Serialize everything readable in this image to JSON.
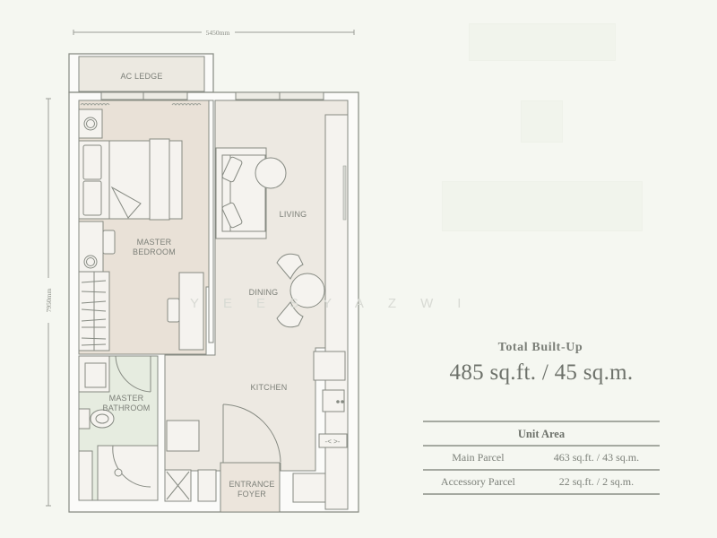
{
  "plan": {
    "dimensions": {
      "width": "5450mm",
      "height": "7950mm"
    },
    "rooms": {
      "ac_ledge": "AC LEDGE",
      "master_bedroom_1": "MASTER",
      "master_bedroom_2": "BEDROOM",
      "living": "LIVING",
      "dining": "DINING",
      "kitchen": "KITCHEN",
      "master_bathroom_1": "MASTER",
      "master_bathroom_2": "BATHROOM",
      "entrance_foyer_1": "ENTRANCE",
      "entrance_foyer_2": "FOYER"
    },
    "watermark": "YEESYAZWI"
  },
  "summary": {
    "total_title": "Total Built-Up",
    "total_value": "485 sq.ft. / 45 sq.m."
  },
  "unit_area": {
    "header": "Unit Area",
    "rows": [
      {
        "label": "Main Parcel",
        "value": "463 sq.ft. / 43 sq.m."
      },
      {
        "label": "Accessory Parcel",
        "value": "22 sq.ft. / 2 sq.m."
      }
    ]
  },
  "colors": {
    "background": "#f5f7f1",
    "wall": "#868a82",
    "bedroom_floor": "#e9e1d7",
    "living_floor": "#ede9e2",
    "bathroom_floor": "#e6ece0",
    "fixture": "#f5f3ef"
  }
}
